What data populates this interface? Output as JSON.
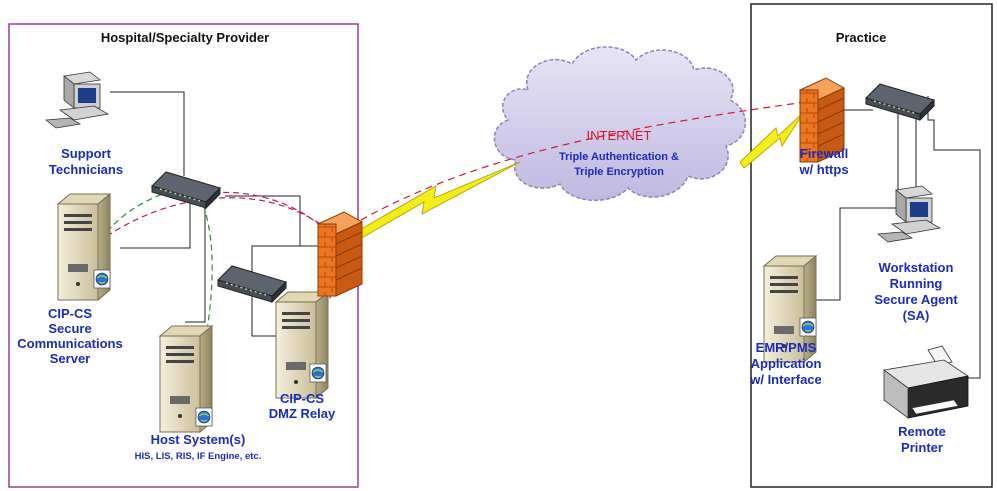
{
  "left_panel": {
    "title": "Hospital/Specialty Provider",
    "border_color": "#a23b8f"
  },
  "right_panel": {
    "title": "Practice",
    "border_color": "#222222"
  },
  "internet": {
    "label": "INTERNET",
    "note_line1": "Triple Authentication &",
    "note_line2": "Triple Encryption",
    "label_color": "#d11a2a",
    "cloud_color": "#c9c4e6"
  },
  "nodes": {
    "support": {
      "icon": "computer-icon",
      "line1": "Support",
      "line2": "Technicians"
    },
    "comm_server": {
      "icon": "server-icon",
      "line1": "CIP-CS",
      "line2": "Secure",
      "line3": "Communications",
      "line4": "Server"
    },
    "host": {
      "icon": "server-icon",
      "line1": "Host System(s)",
      "line2": "HIS, LIS, RIS, IF Engine, etc."
    },
    "dmz": {
      "icon": "server-icon",
      "line1": "CIP-CS",
      "line2": "DMZ Relay"
    },
    "hospital_firewall": {
      "icon": "firewall-icon"
    },
    "practice_firewall": {
      "icon": "firewall-icon",
      "line1": "Firewall",
      "line2": "w/ https"
    },
    "workstation": {
      "icon": "computer-icon",
      "line1": "Workstation",
      "line2": "Running",
      "line3": "Secure Agent",
      "line4": "(SA)"
    },
    "emr": {
      "icon": "server-icon",
      "line1": "EMR/PMS",
      "line2": "Application",
      "line3": "w/ Interface"
    },
    "printer": {
      "icon": "printer-icon",
      "line1": "Remote",
      "line2": "Printer"
    }
  },
  "colors": {
    "label_blue": "#1c2bb8",
    "firewall_orange": "#e8701e",
    "lightning_yellow": "#f2ee1c",
    "path_red": "#c2185b",
    "path_green": "#2e8b3a"
  }
}
